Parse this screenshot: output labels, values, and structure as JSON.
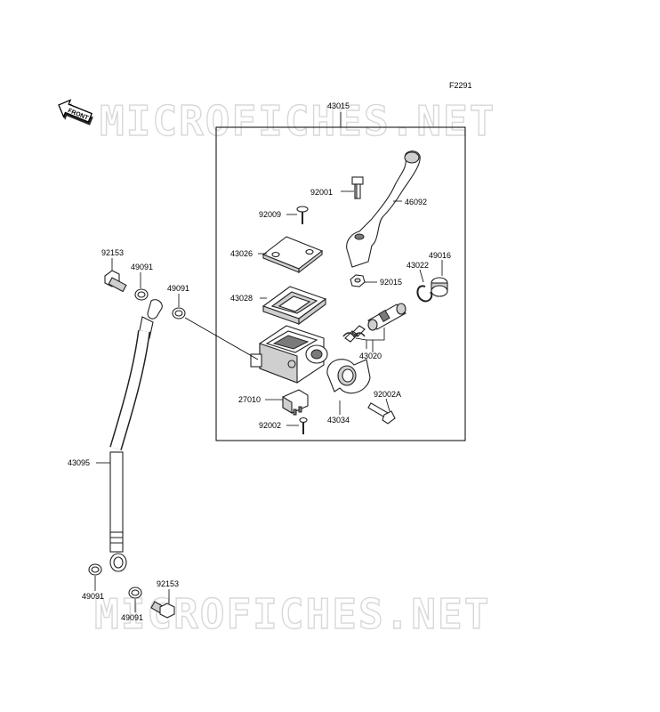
{
  "figure_code": "F2291",
  "watermark": "MICROFICHES.NET",
  "front_arrow_label": "FRONT",
  "labels": {
    "p43015": "43015",
    "p92001": "92001",
    "p46092": "46092",
    "p92009": "92009",
    "p43026": "43026",
    "p49016": "49016",
    "p43022": "43022",
    "p92015": "92015",
    "p43028": "43028",
    "p43020": "43020",
    "p92002A": "92002A",
    "p27010": "27010",
    "p43034": "43034",
    "p92002": "92002",
    "p92153_top": "92153",
    "p49091_top1": "49091",
    "p49091_top2": "49091",
    "p43095": "43095",
    "p92153_bot": "92153",
    "p49091_bot1": "49091",
    "p49091_bot2": "49091"
  }
}
